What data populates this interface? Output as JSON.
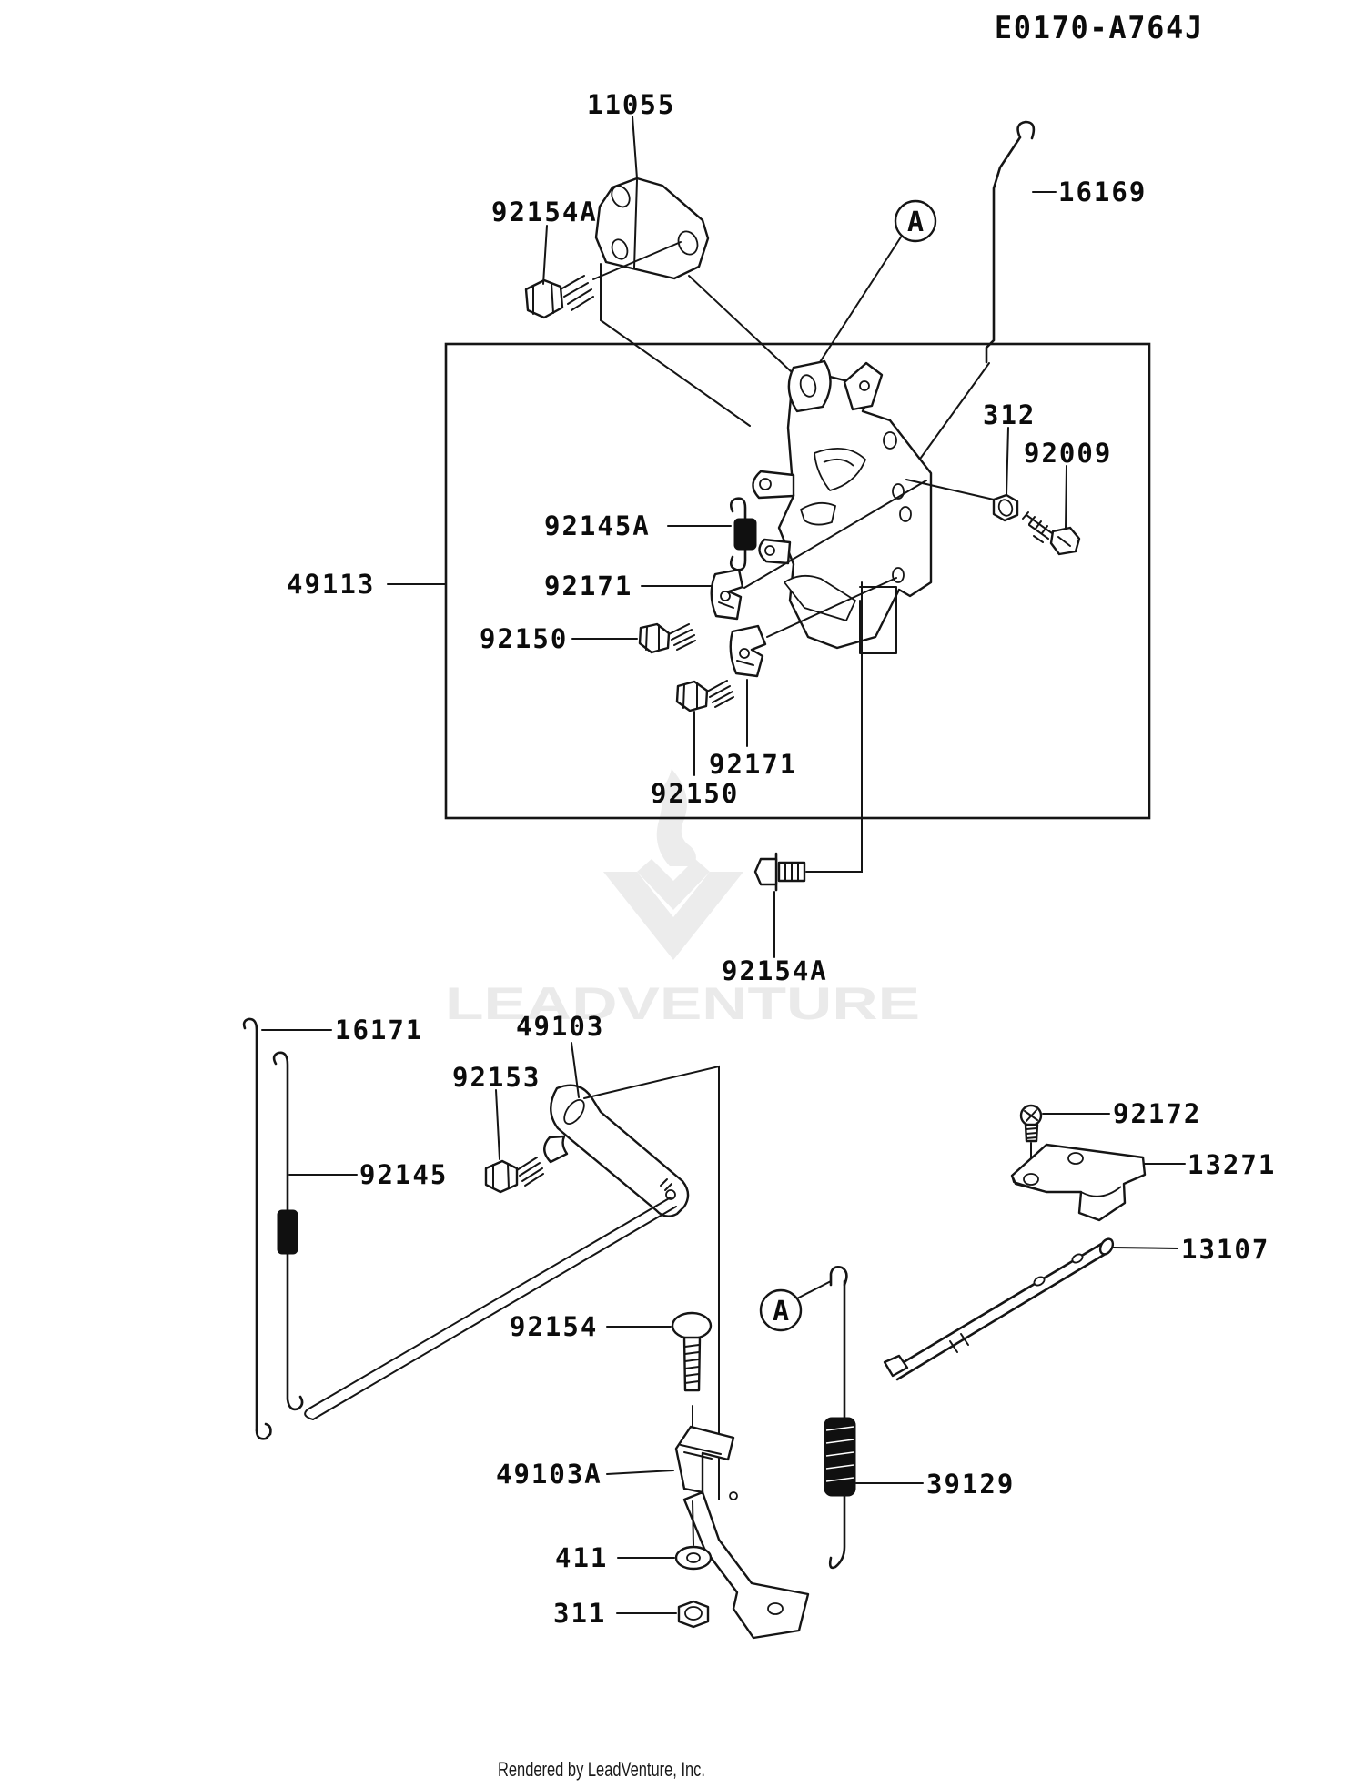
{
  "title": "E0170-A764J",
  "watermark": {
    "text": "LEADVENTURE"
  },
  "footer": {
    "text": "Rendered by LeadVenture, Inc."
  },
  "markers": {
    "upper": "A",
    "lower": "A"
  },
  "labels": {
    "l11055": "11055",
    "l92154a_1": "92154A",
    "l16169": "16169",
    "l312": "312",
    "l92009": "92009",
    "l92145a": "92145A",
    "l49113": "49113",
    "l92171_1": "92171",
    "l92150_1": "92150",
    "l92171_2": "92171",
    "l92150_2": "92150",
    "l92154a_2": "92154A",
    "l16171": "16171",
    "l49103": "49103",
    "l92153": "92153",
    "l92145": "92145",
    "l92172": "92172",
    "l13271": "13271",
    "l13107": "13107",
    "l92154": "92154",
    "l49103a": "49103A",
    "l39129": "39129",
    "l411": "411",
    "l311": "311"
  }
}
